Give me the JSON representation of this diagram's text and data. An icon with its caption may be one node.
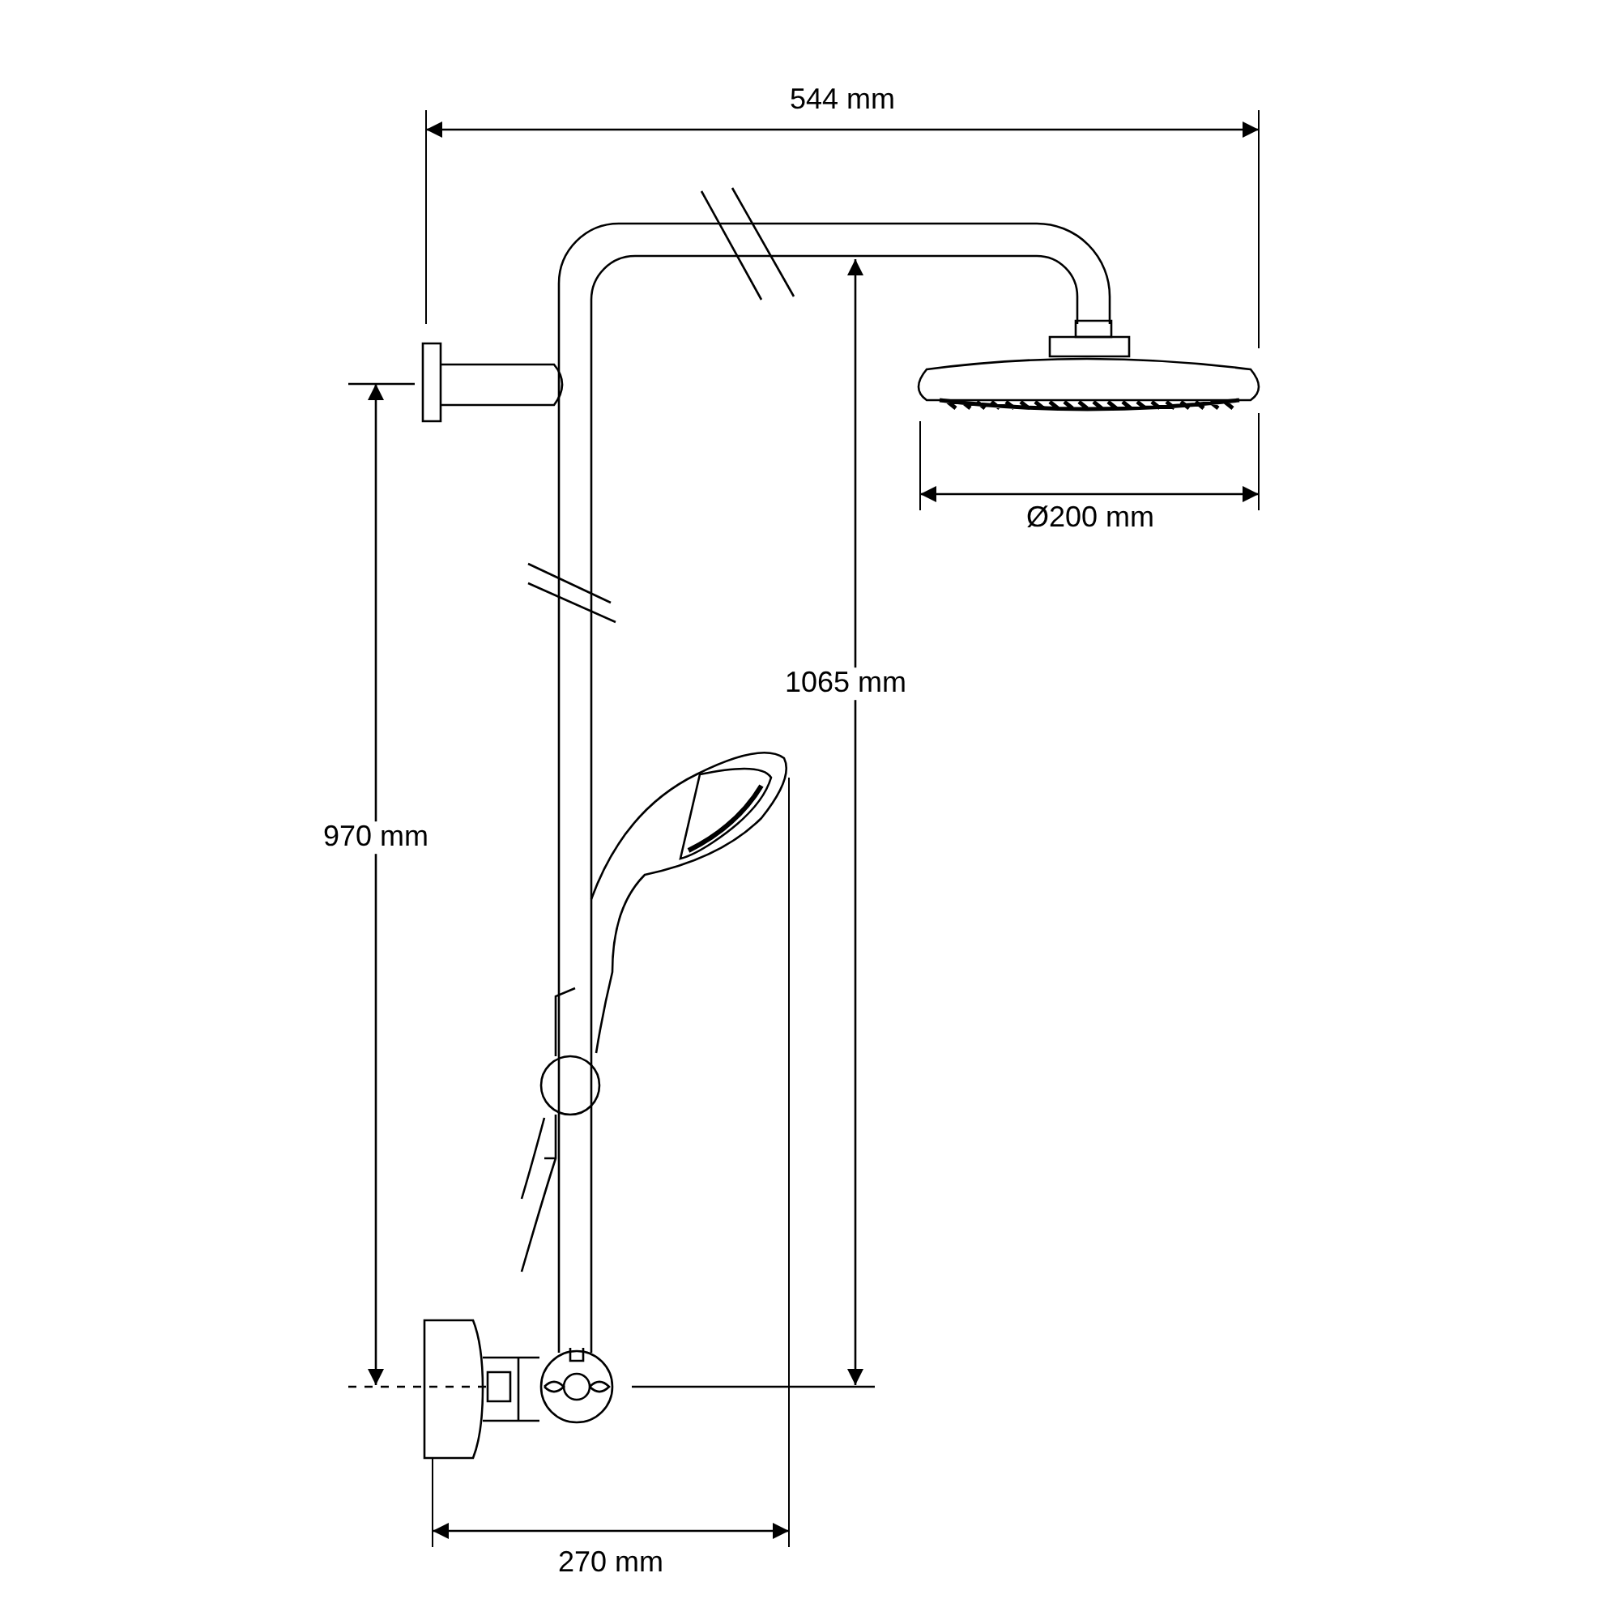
{
  "diagram": {
    "labels": [
      "544 mm",
      "Ø200 mm",
      "1065 mm",
      "970 mm",
      "270 mm"
    ]
  }
}
